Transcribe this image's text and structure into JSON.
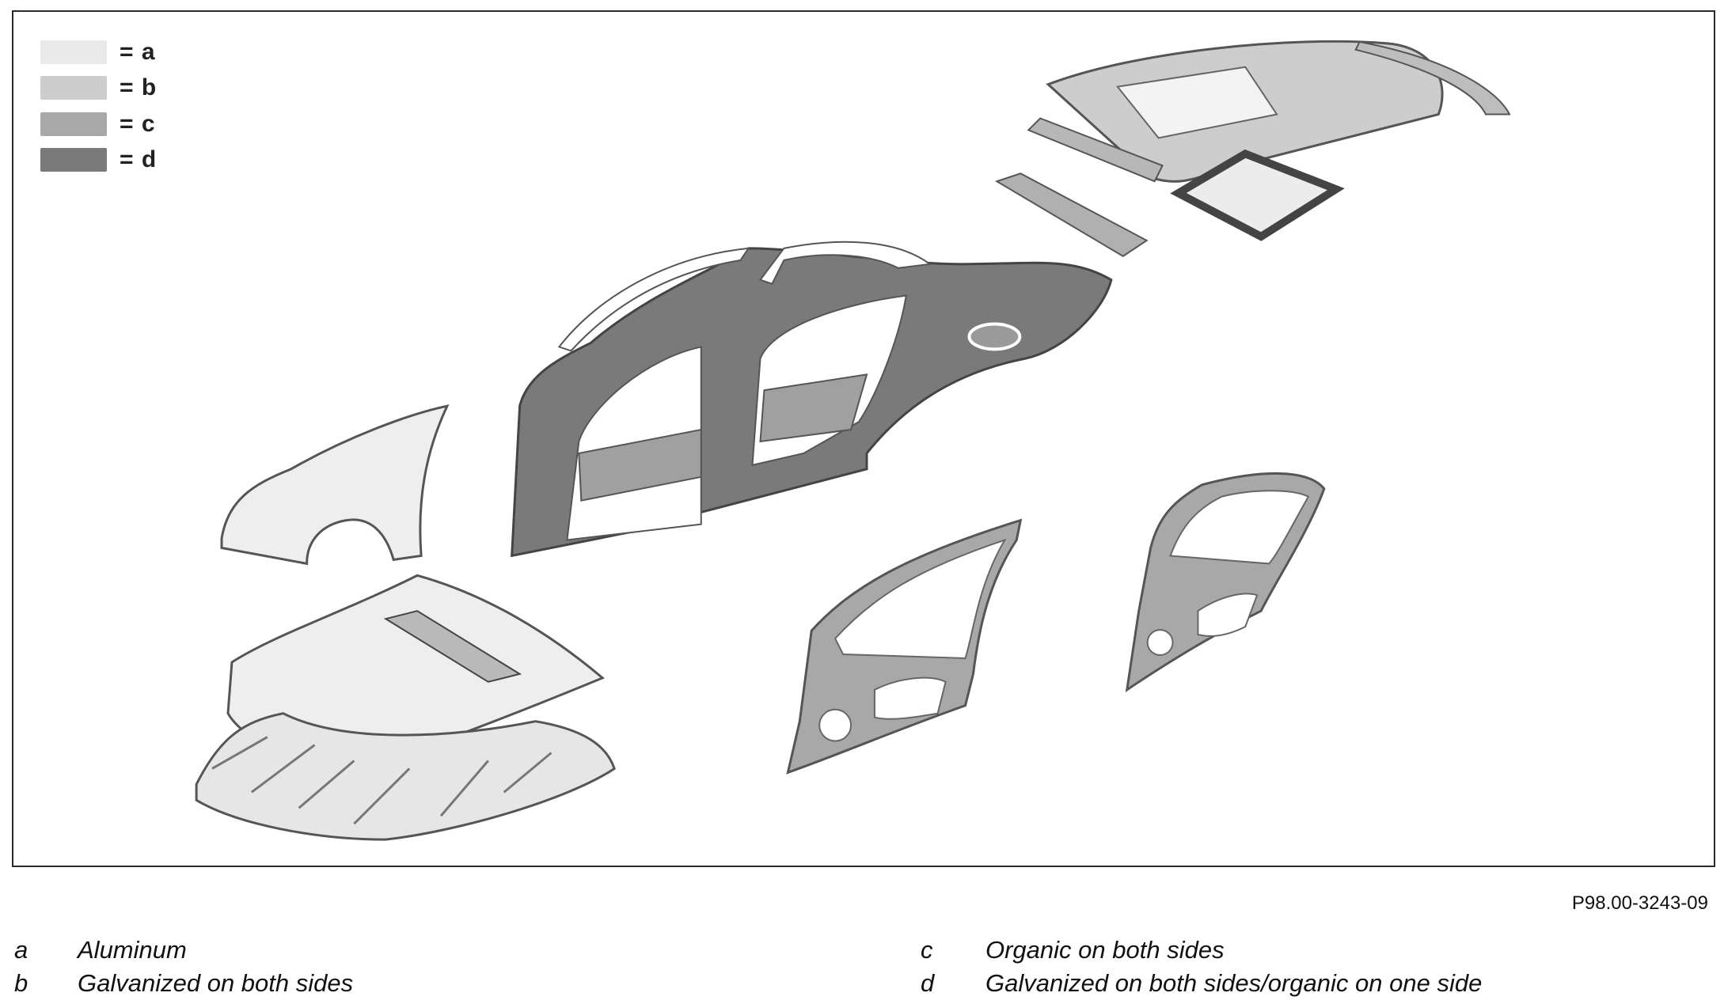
{
  "legend": [
    {
      "label": "= a",
      "color": "#e9e9e9"
    },
    {
      "label": "= b",
      "color": "#cdcdcd"
    },
    {
      "label": "= c",
      "color": "#a8a8a8"
    },
    {
      "label": "= d",
      "color": "#7a7a7a"
    }
  ],
  "figure_id": "P98.00-3243-09",
  "key": [
    {
      "letter": "a",
      "text": "Aluminum"
    },
    {
      "letter": "b",
      "text": "Galvanized on both sides"
    },
    {
      "letter": "c",
      "text": "Organic on both sides"
    },
    {
      "letter": "d",
      "text": "Galvanized on both sides/organic on one side"
    }
  ]
}
